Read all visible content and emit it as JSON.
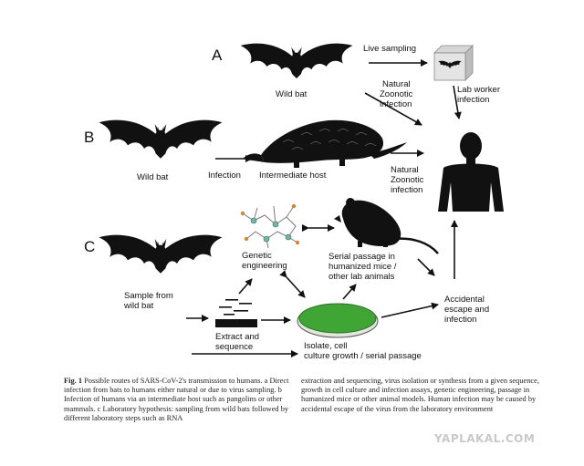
{
  "panels": {
    "a_letter": "A",
    "b_letter": "B",
    "c_letter": "C"
  },
  "labels": {
    "wild_bat_a": "Wild bat",
    "live_sampling": "Live sampling",
    "lab_worker_1": "Lab worker",
    "lab_worker_2": "infection",
    "natural_a_1": "Natural",
    "natural_a_2": "Zoonotic",
    "natural_a_3": "infection",
    "wild_bat_b": "Wild bat",
    "infection": "Infection",
    "intermediate_host": "Intermediate host",
    "natural_b_1": "Natural",
    "natural_b_2": "Zoonotic",
    "natural_b_3": "infection",
    "genetic_1": "Genetic",
    "genetic_2": "engineering",
    "serial_1": "Serial passage in",
    "serial_2": "humanized mice /",
    "serial_3": "other lab animals",
    "sample_1": "Sample from",
    "sample_2": "wild bat",
    "extract_1": "Extract and",
    "extract_2": "sequence",
    "isolate_1": "Isolate, cell",
    "isolate_2": "culture growth / serial passage",
    "accidental_1": "Accidental",
    "accidental_2": "escape and",
    "accidental_3": "infection"
  },
  "caption": {
    "fig_label": "Fig. 1",
    "left_text": " Possible routes of SARS-CoV-2's transmission to humans. a Direct infection from bats to humans either natural or due to virus sampling. b Infection of humans via an intermediate host such as pangolins or other mammals. c Laboratory hypothesis: sampling from wild bats followed by different laboratory steps such as RNA",
    "right_text": "extraction and sequencing, virus isolation or synthesis from a given sequence, growth in cell culture and infection assays, genetic engineering, passage in humanized mice or other animal models. Human infection may be caused by accidental escape of the virus from the laboratory environment"
  },
  "watermark": "YAPLAKAL.COM",
  "colors": {
    "dish_green": "#3fa535",
    "silhouette": "#111111"
  }
}
